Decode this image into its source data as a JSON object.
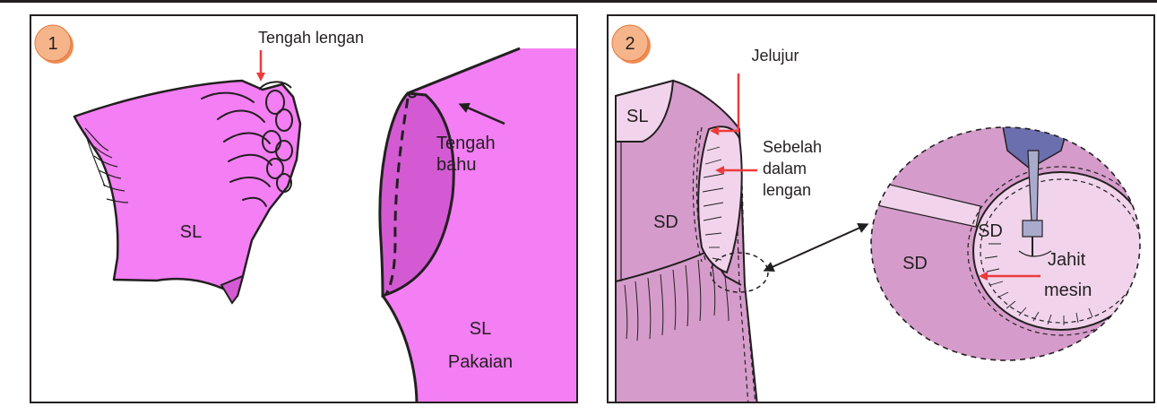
{
  "colors": {
    "magenta": "#f47ef4",
    "magenta_dark": "#d45ad4",
    "mauve": "#d59ccb",
    "mauve_light": "#f1d4ec",
    "arrow_red": "#ed3a3a",
    "badge_orange": "#f6b48a",
    "machine_blue": "#6c6fae",
    "outline": "#231f20"
  },
  "panel1": {
    "step": "1",
    "labels": {
      "tengah_lengan": "Tengah lengan",
      "sl_sleeve": "SL",
      "tengah": "Tengah",
      "bahu": "bahu",
      "sl_garment": "SL",
      "pakaian": "Pakaian"
    }
  },
  "panel2": {
    "step": "2",
    "labels": {
      "jelujur": "Jelujur",
      "sl": "SL",
      "sd_bodice": "SD",
      "sebelah": "Sebelah",
      "dalam": "dalam",
      "lengan": "lengan",
      "sd_zoom_left": "SD",
      "sd_zoom_inner": "SD",
      "jahit": "Jahit",
      "mesin": "mesin"
    }
  }
}
